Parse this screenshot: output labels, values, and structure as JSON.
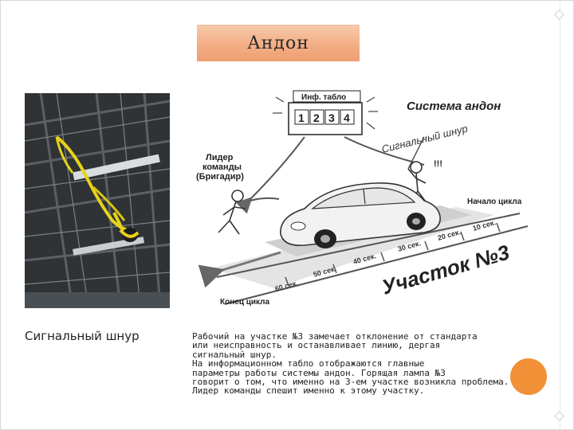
{
  "slide": {
    "title": "Андон",
    "photo_caption": "Сигнальный шнур",
    "body_lines": [
      "Рабочий на участке №3 замечает отклонение от стандарта",
      "или неисправность и останавливает линию, дергая",
      "сигнальный шнур.",
      "На информационном табло отображаются главные",
      "параметры работы системы андон. Горящая лампа №3",
      "говорит о том, что именно на 3-ем участке возникла проблема.",
      "Лидер команды спешит именно к этому участку."
    ]
  },
  "diagram": {
    "system_title": "Система андон",
    "board_label": "Инф. табло",
    "board_numbers": [
      "1",
      "2",
      "3",
      "4"
    ],
    "cord_label": "Сигнальный шнур",
    "leader_label": [
      "Лидер",
      "команды",
      "(Бригадир)"
    ],
    "exclaim": "!!!",
    "cycle_start": "Начало цикла",
    "cycle_end": "Конец цикла",
    "zone_label": "Участок №3",
    "time_marks": [
      "10 сек.",
      "20 сек.",
      "30 сек.",
      "40 сек.",
      "50 сек.",
      "60 сек."
    ]
  },
  "colors": {
    "title_fill": "#f3ae85",
    "accent_orange": "#f08a2c",
    "cord_yellow": "#e8d21a"
  }
}
